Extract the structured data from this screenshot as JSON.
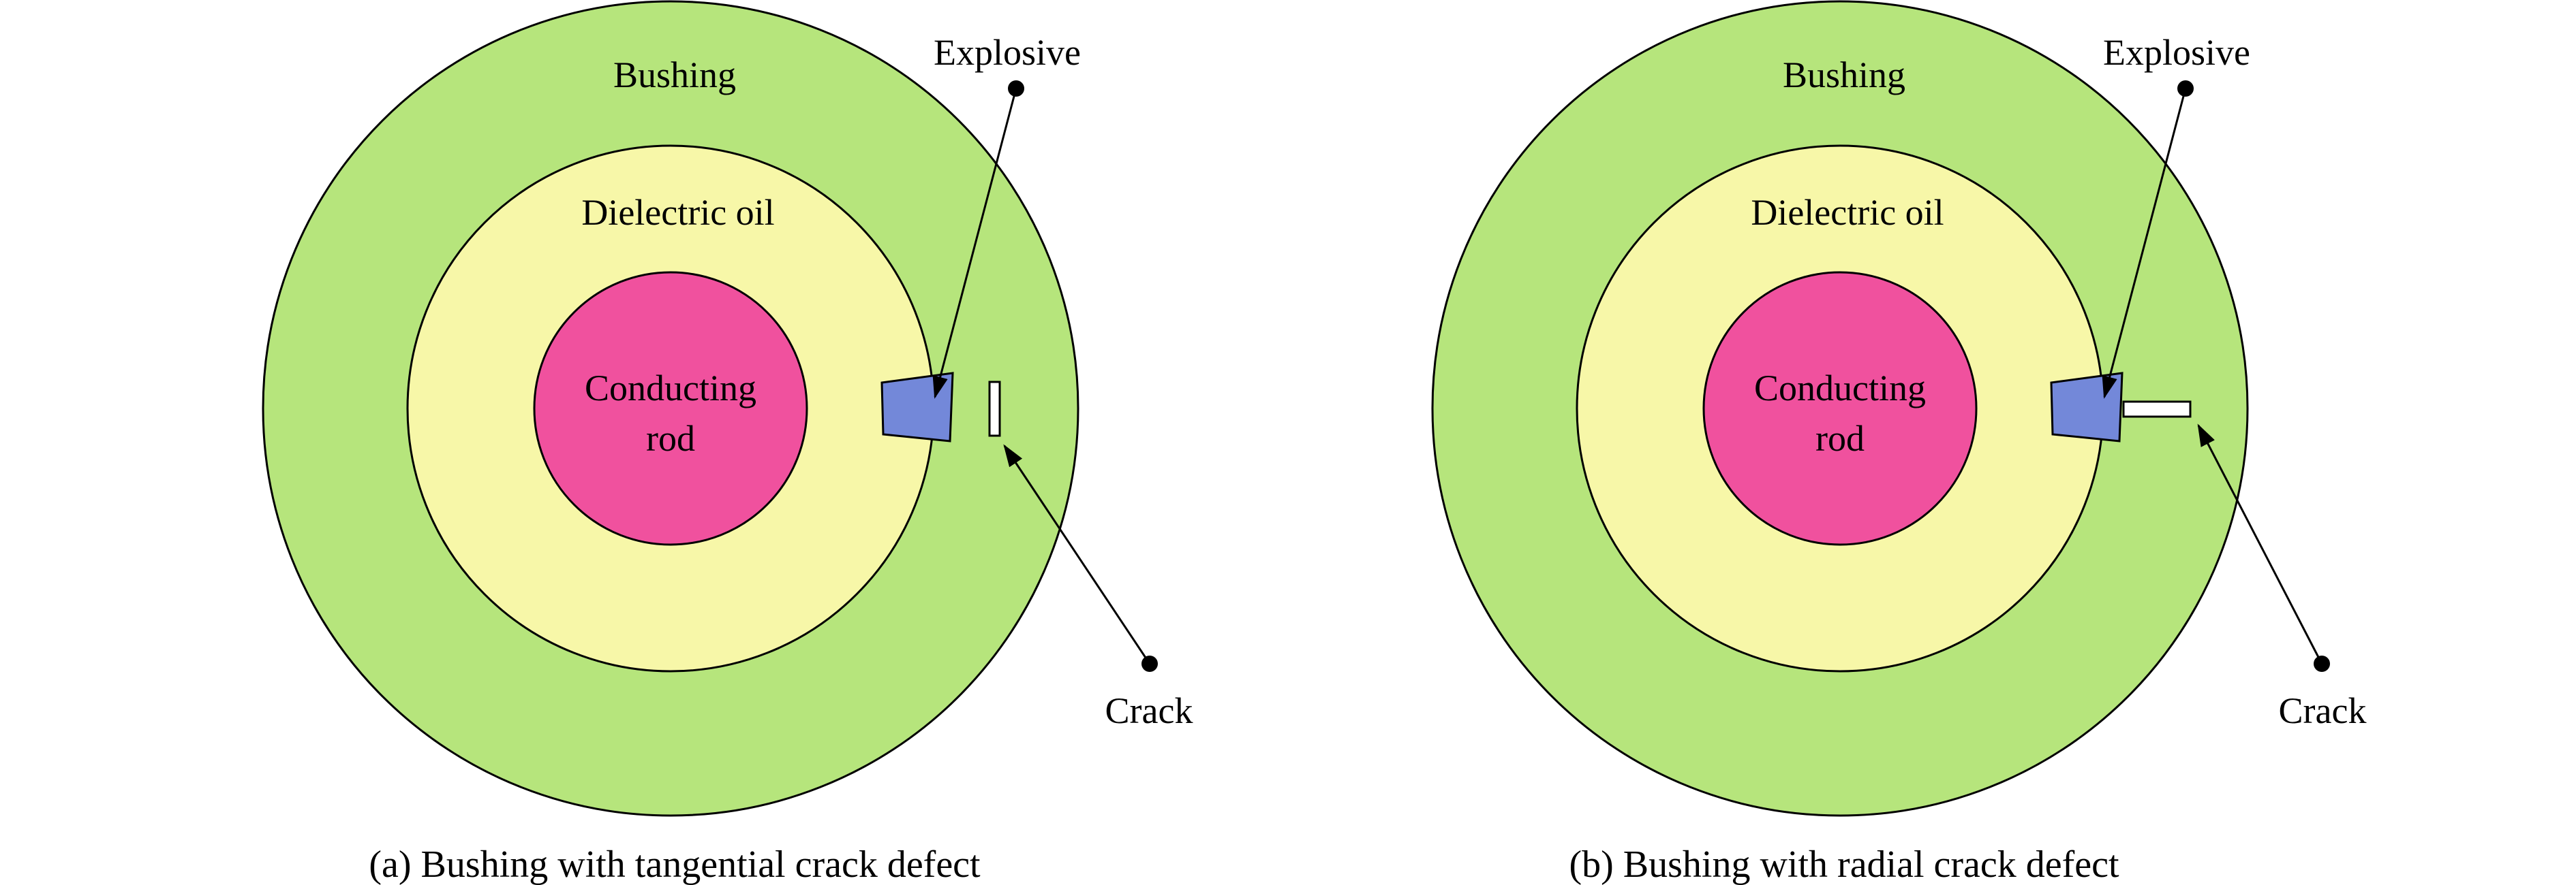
{
  "labels": {
    "bushing": "Bushing",
    "dielectric_oil": "Dielectric oil",
    "conducting_line1": "Conducting",
    "conducting_line2": "rod",
    "explosive": "Explosive",
    "crack": "Crack"
  },
  "diagrams": [
    {
      "caption": "(a) Bushing with tangential crack defect"
    },
    {
      "caption": "(b) Bushing with radial crack defect"
    }
  ],
  "colors": {
    "bushing": "#b6e57c",
    "dielectric_oil": "#f7f7a8",
    "conducting_rod": "#f0519e",
    "explosive": "#7388d9",
    "crack_fill": "#ffffff",
    "outline": "#000000"
  }
}
